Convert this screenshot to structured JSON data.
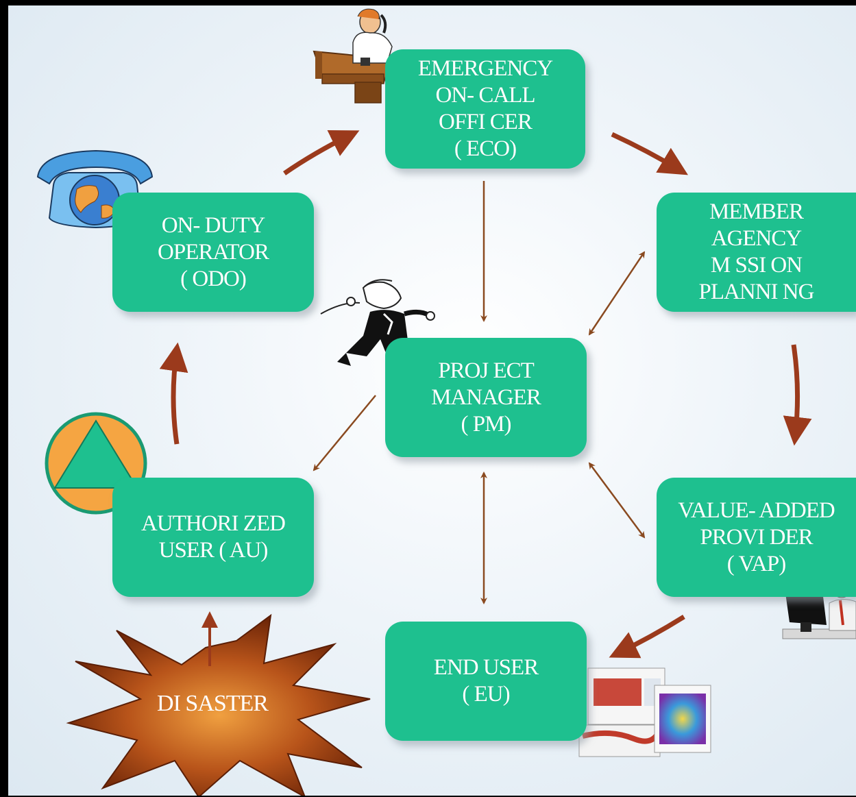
{
  "nodes": {
    "eco": {
      "label": "EMERGENCY\nON- CALL\nOFFI CER\n( ECO)"
    },
    "odo": {
      "label": "ON- DUTY\nOPERATOR\n( ODO)"
    },
    "member": {
      "label": "MEMBER\nAGENCY\nM SSI ON\nPLANNI NG"
    },
    "pm": {
      "label": "PROJ ECT\nMANAGER\n( PM)"
    },
    "au": {
      "label": "AUTHORI ZED\nUSER ( AU)"
    },
    "vap": {
      "label": "VALUE- ADDED\nPROVI DER\n( VAP)"
    },
    "eu": {
      "label": "END USER\n( EU)"
    }
  },
  "disaster": {
    "label": "DI SASTER"
  },
  "colors": {
    "box": "#1ec08f",
    "arrow": "#9b3a1c",
    "thin_arrow": "#8a4a20",
    "burst_outer": "#7a2a0a",
    "burst_inner": "#e08a2a",
    "triangle_circle": "#f5a542"
  },
  "icons": [
    "phone-operator-icon",
    "globe-telephone-icon",
    "running-manager-icon",
    "warning-triangle-icon",
    "computer-user-icon",
    "map-printouts-icon",
    "explosion-burst-icon"
  ]
}
